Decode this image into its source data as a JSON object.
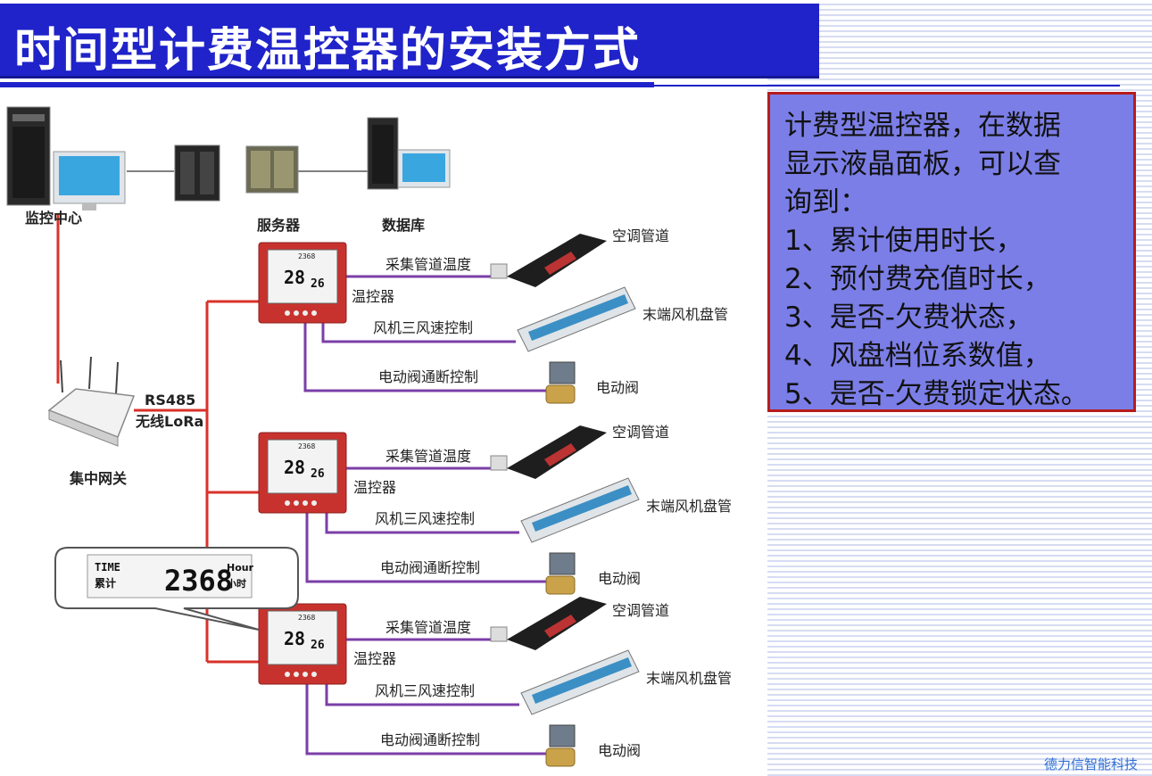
{
  "title": "时间型计费温控器的安装方式",
  "info": {
    "lines": [
      "计费型温控器，在数据",
      "显示液晶面板，可以查",
      "询到：",
      "1、累计使用时长，",
      "2、预付费充值时长，",
      "3、是否-欠费状态，",
      "4、风盘档位系数值，",
      "5、是否-欠费锁定状态。"
    ]
  },
  "diagram": {
    "monitor_center": "监控中心",
    "server": "服务器",
    "database": "数据库",
    "gateway": "集中网关",
    "link_rs485": "RS485",
    "link_lora": "无线LoRa",
    "thermostat": "温控器",
    "pipe_temp": "采集管道温度",
    "air_pipe": "空调管道",
    "fan_speed": "风机三风速控制",
    "fan_coil": "末端风机盘管",
    "valve_ctrl": "电动阀通断控制",
    "valve": "电动阀",
    "lcd": {
      "small_a": "28",
      "small_b": "26",
      "small_top": "2368",
      "bubble_time": "TIME",
      "bubble_acc": "累计",
      "bubble_value": "2368",
      "bubble_hour": "Hour",
      "bubble_hour_cn": "小时"
    }
  },
  "watermark": "德力信智能科技",
  "colors": {
    "title_bg": "#1f23c9",
    "info_bg": "#7b7ee6",
    "info_border": "#b71c1c",
    "bus_red": "#d9322a",
    "signal_purple": "#7b3fa8"
  }
}
